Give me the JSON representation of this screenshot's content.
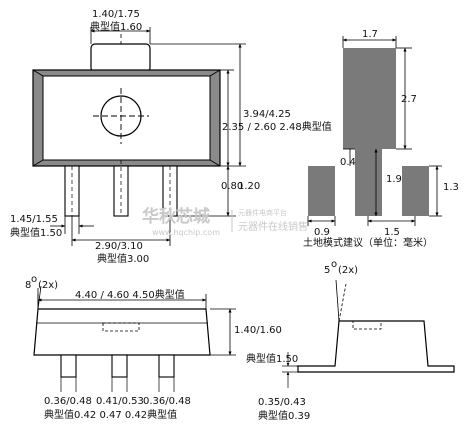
{
  "colors": {
    "body_dark": "#8a8a8a",
    "pad_dark": "#7a7a7a",
    "lead_light": "#ffffff",
    "line": "#000000",
    "watermark": "#c9c9c9"
  },
  "top_view": {
    "tab_width": "1.40/1.75",
    "tab_width_typ": "典型值1.60",
    "height_range": "3.94/4.25",
    "body_height": "2.35 / 2.60 2.48典型值",
    "lead_length": "0.80",
    "lead_length_2": "1.20",
    "lead_width": "1.45/1.55",
    "lead_width_typ": "典型值1.50",
    "pitch": "2.90/3.10",
    "pitch_typ": "典型值3.00"
  },
  "land_pattern": {
    "tab_width": "1.7",
    "tab_height": "2.7",
    "gap": "0.4",
    "center_pad_height": "1.9",
    "side_pad_height": "1.3",
    "pad_width": "0.9",
    "pad_pitch": "1.5",
    "caption": "土地模式建议（单位：毫米）"
  },
  "front_view": {
    "draft_angle": "8",
    "draft_count": "(2x)",
    "length": "4.40 / 4.60 4.50典型值",
    "height": "1.40/1.60",
    "height_typ": "典型值1.50",
    "lead_w_1": "0.36/0.48",
    "lead_w_2": "0.41/0.53",
    "lead_w_3": "0.36/0.48",
    "lead_w_typ": "典型值0.42 0.47 0.42典型值"
  },
  "side_view": {
    "angle": "5",
    "angle_count": "(2x)",
    "thickness": "0.35/0.43",
    "thickness_typ": "典型值0.39"
  },
  "watermark": {
    "brand": "华秋芯城",
    "url": "www.hqchip.com",
    "slogan_1": "元器件电商平台",
    "slogan_2": "元器件在线销售"
  }
}
